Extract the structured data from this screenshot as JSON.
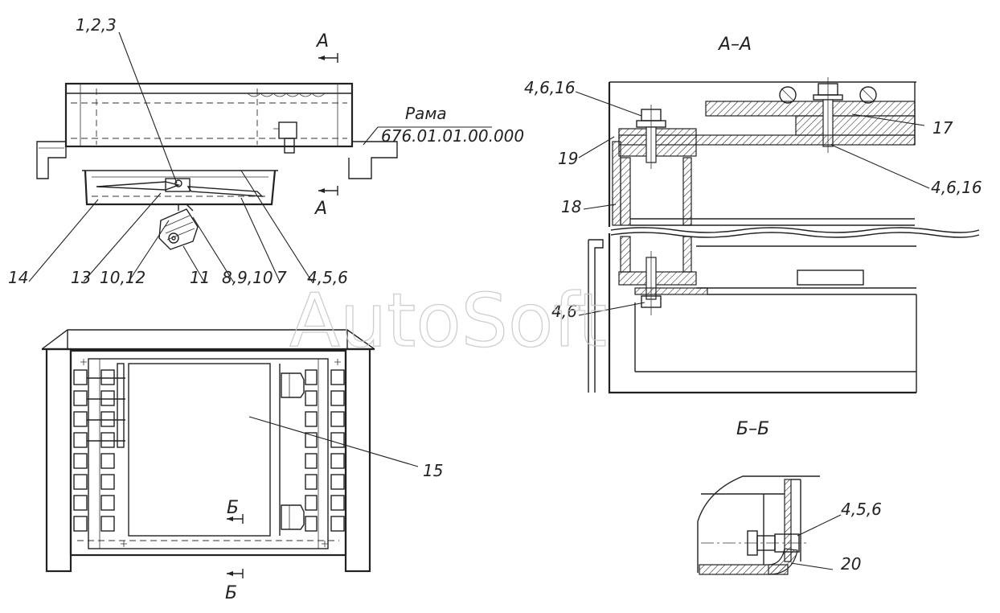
{
  "labels": {
    "l123": "1,2,3",
    "la_top": "А",
    "la_bottom": "А",
    "frame_title": "Рама",
    "frame_code": "676.01.01.00.000",
    "l14": "14",
    "l13": "13",
    "l1012": "10,12",
    "l11": "11",
    "l8910": "8,9,10",
    "l7": "7",
    "l456": "4,5,6",
    "l15": "15",
    "lb_mid": "Б",
    "lb_bottom": "Б",
    "section_aa": "А–А",
    "l4616_left": "4,6,16",
    "l17": "17",
    "l19": "19",
    "l4616_right": "4,6,16",
    "l18": "18",
    "l46": "4,6",
    "section_bb": "Б–Б",
    "l456_bb": "4,5,6",
    "l20": "20"
  },
  "watermark": "AutoSoft"
}
